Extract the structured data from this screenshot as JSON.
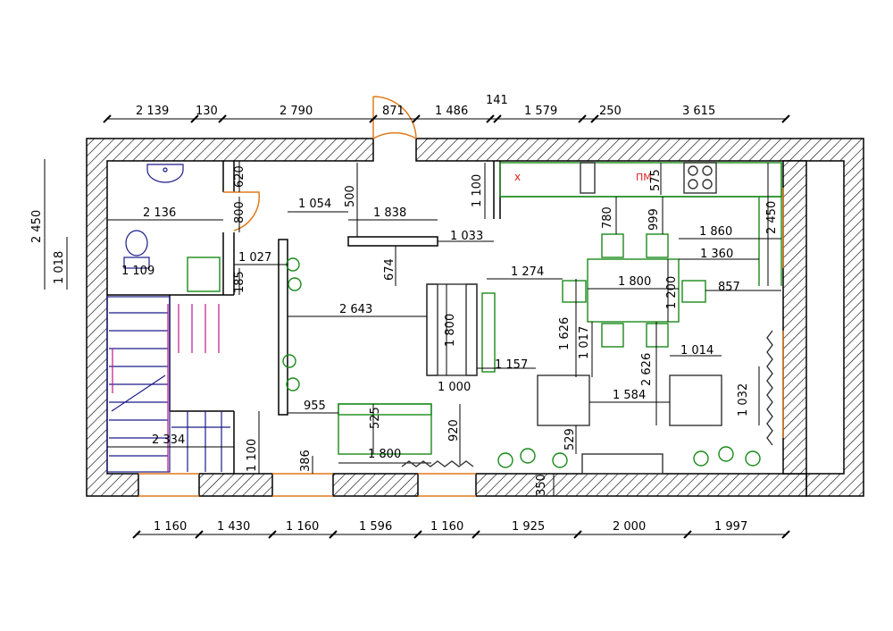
{
  "top_dimensions": [
    "2 139",
    "130",
    "2 790",
    "871",
    "1 486",
    "141",
    "1 579",
    "250",
    "3 615"
  ],
  "bottom_dimensions": [
    "1 160",
    "1 430",
    "1 160",
    "1 596",
    "1 160",
    "1 925",
    "2 000",
    "1 997"
  ],
  "left_dimensions": [
    "2 450",
    "1 018"
  ],
  "interior_dimensions": {
    "d620": "620",
    "d800": "800",
    "d2136": "2 136",
    "d1109": "1 109",
    "d1027": "1 027",
    "d185": "185",
    "d2334": "2 334",
    "d1100_left": "1 100",
    "d1054": "1 054",
    "d500": "500",
    "d1838": "1 838",
    "d1033": "1 033",
    "d674": "674",
    "d1100_top": "1 100",
    "d2643": "2 643",
    "d955": "955",
    "d525": "525",
    "d1800_sofa": "1 800",
    "d386": "386",
    "d920": "920",
    "d1000": "1 000",
    "d1800_couch": "1 800",
    "d1157": "1 157",
    "d1274": "1 274",
    "d1626": "1 626",
    "d1017": "1 017",
    "d529": "529",
    "d350": "350",
    "d780": "780",
    "d999": "999",
    "d575": "575",
    "d1800_table": "1 800",
    "d1200": "1 200",
    "d1860": "1 860",
    "d2450": "2 450",
    "d1360": "1 360",
    "d857": "857",
    "d2626": "2 626",
    "d1584": "1 584",
    "d1014": "1 014",
    "d1032": "1 032"
  },
  "kitchen_labels": {
    "x_mark": "x",
    "pm_mark": "ПМ"
  }
}
